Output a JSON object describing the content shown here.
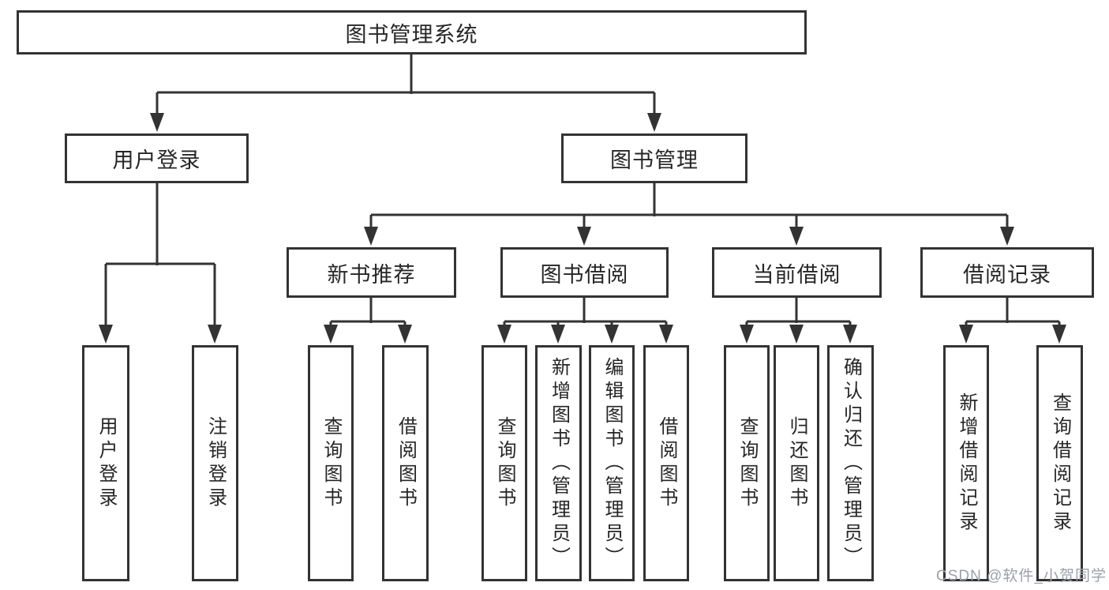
{
  "diagram": {
    "root": {
      "label": "图书管理系统"
    },
    "branches": [
      {
        "label": "用户登录",
        "leaves": [
          {
            "label": "用户登录"
          },
          {
            "label": "注销登录"
          }
        ]
      },
      {
        "label": "图书管理",
        "groups": [
          {
            "label": "新书推荐",
            "leaves": [
              {
                "label": "查询图书"
              },
              {
                "label": "借阅图书"
              }
            ]
          },
          {
            "label": "图书借阅",
            "leaves": [
              {
                "label": "查询图书"
              },
              {
                "label": "新增图书（管理员）"
              },
              {
                "label": "编辑图书（管理员）"
              },
              {
                "label": "借阅图书"
              }
            ]
          },
          {
            "label": "当前借阅",
            "leaves": [
              {
                "label": "查询图书"
              },
              {
                "label": "归还图书"
              },
              {
                "label": "确认归还（管理员）"
              }
            ]
          },
          {
            "label": "借阅记录",
            "leaves": [
              {
                "label": "新增借阅记录"
              },
              {
                "label": "查询借阅记录"
              }
            ]
          }
        ]
      }
    ]
  },
  "watermark": {
    "text": "CSDN @软件_小贺同学"
  },
  "colors": {
    "line": "#333333",
    "text": "#262626",
    "watermark": "#9aa0ab",
    "background": "#ffffff"
  }
}
